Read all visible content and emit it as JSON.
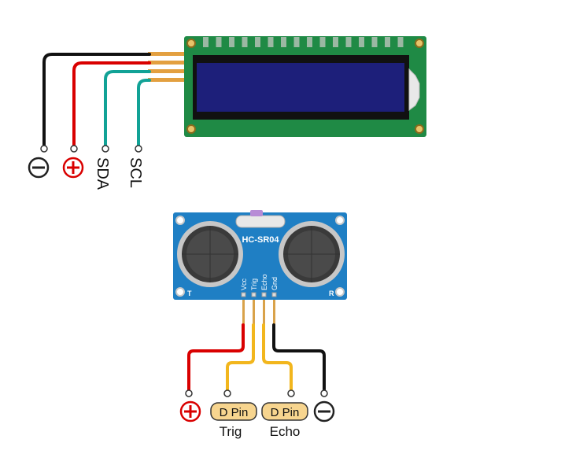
{
  "lcd": {
    "pins": [
      {
        "symbol": "⊖",
        "label": "",
        "wire_color": "#111111"
      },
      {
        "symbol": "⊕",
        "label": "",
        "wire_color": "#d90000"
      },
      {
        "symbol": "",
        "label": "SDA",
        "wire_color": "#11a296"
      },
      {
        "symbol": "",
        "label": "SCL",
        "wire_color": "#11a296"
      }
    ],
    "board_color": "#1f8a45",
    "screen_color": "#1d1f7a"
  },
  "sensor": {
    "model": "HC-SR04",
    "pin_labels": [
      "Vcc",
      "Trig",
      "Echo",
      "Gnd"
    ],
    "transmitter_label": "T",
    "receiver_label": "R",
    "board_color": "#1f7fc4",
    "connections": [
      {
        "symbol": "⊕",
        "badge": "",
        "caption": "",
        "wire_color": "#d90000"
      },
      {
        "symbol": "",
        "badge": "D Pin",
        "caption": "Trig",
        "wire_color": "#f2b61d"
      },
      {
        "symbol": "",
        "badge": "D Pin",
        "caption": "Echo",
        "wire_color": "#f2b61d"
      },
      {
        "symbol": "⊖",
        "badge": "",
        "caption": "",
        "wire_color": "#111111"
      }
    ]
  }
}
